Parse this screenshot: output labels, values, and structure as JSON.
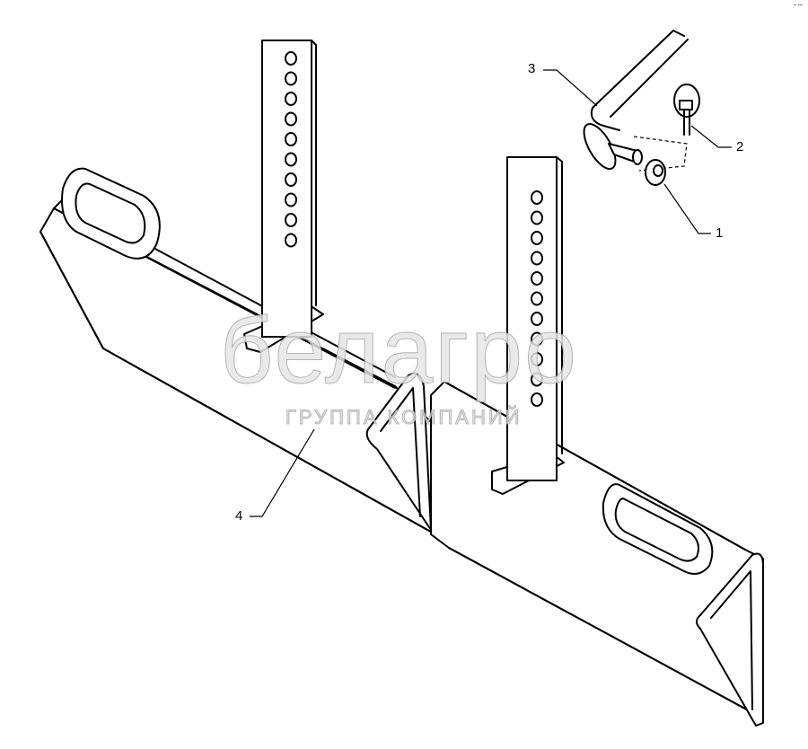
{
  "diagram": {
    "callouts": [
      {
        "id": "1",
        "label": "1"
      },
      {
        "id": "2",
        "label": "2"
      },
      {
        "id": "3",
        "label": "3"
      },
      {
        "id": "4",
        "label": "4"
      }
    ],
    "watermark": {
      "brand": "белагро",
      "subtitle": "ГРУППА КОМПАНИЙ"
    },
    "corner_mark": "▪▪ ▪▪▪"
  }
}
